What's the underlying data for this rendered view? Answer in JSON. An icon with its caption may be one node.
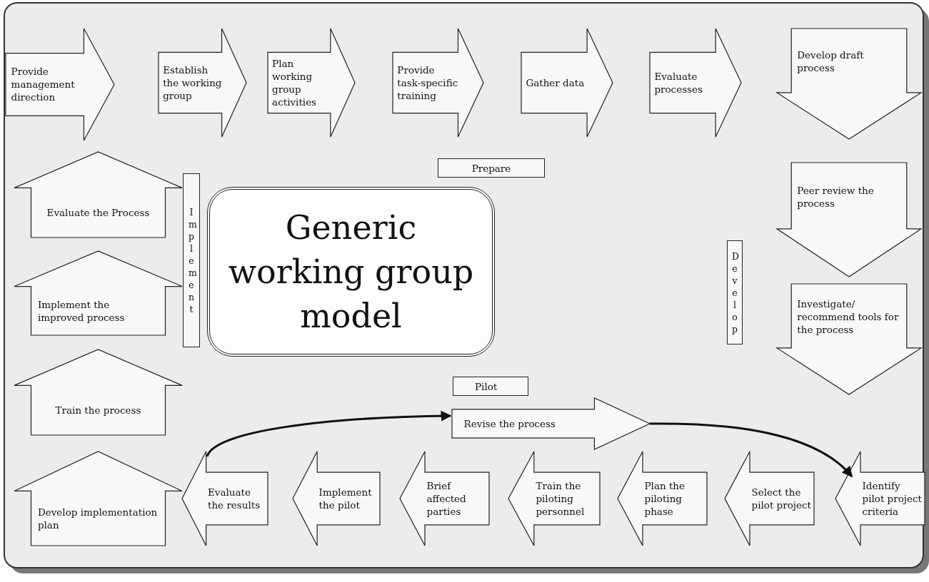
{
  "diagram": {
    "nodes": [
      {
        "text": [
          "Provide management direction"
        ]
      },
      {
        "text": [
          "Establish the working group"
        ]
      },
      {
        "text": [
          "Plan working group activities"
        ]
      },
      {
        "text": [
          "Provide task-specific training"
        ]
      },
      {
        "text": [
          "Gather data"
        ]
      },
      {
        "text": [
          "Evaluate processes"
        ]
      },
      {
        "text": [
          "Develop draft process"
        ]
      },
      {
        "text": [
          "Prepare"
        ]
      },
      {
        "text": [
          "Evaluate the Process"
        ]
      },
      {
        "text": [
          "Implement"
        ]
      },
      {
        "text": [
          "Generic working group model"
        ]
      },
      {
        "text": [
          "Develop"
        ]
      },
      {
        "text": [
          "Peer review the process"
        ]
      },
      {
        "text": [
          "Implement the improved process"
        ]
      },
      {
        "text": [
          "Investigate/ recommend tools for the process"
        ]
      },
      {
        "text": [
          "Train the process"
        ]
      },
      {
        "text": [
          "Pilot"
        ]
      },
      {
        "text": [
          "Revise the process"
        ]
      },
      {
        "text": [
          "Develop implementation plan"
        ]
      },
      {
        "text": [
          "Evaluate the results"
        ]
      },
      {
        "text": [
          "Implement the pilot"
        ]
      },
      {
        "text": [
          "Brief affected parties"
        ]
      },
      {
        "text": [
          "Train the piloting personnel"
        ]
      },
      {
        "text": [
          "Plan the piloting phase"
        ]
      },
      {
        "text": [
          "Select the pilot project"
        ]
      },
      {
        "text": [
          "Identify pilot project criteria"
        ]
      }
    ],
    "edges": [
      {
        "from": 19,
        "to": 17,
        "arrow": "to"
      },
      {
        "from": 17,
        "to": 25,
        "arrow": "to"
      }
    ]
  }
}
